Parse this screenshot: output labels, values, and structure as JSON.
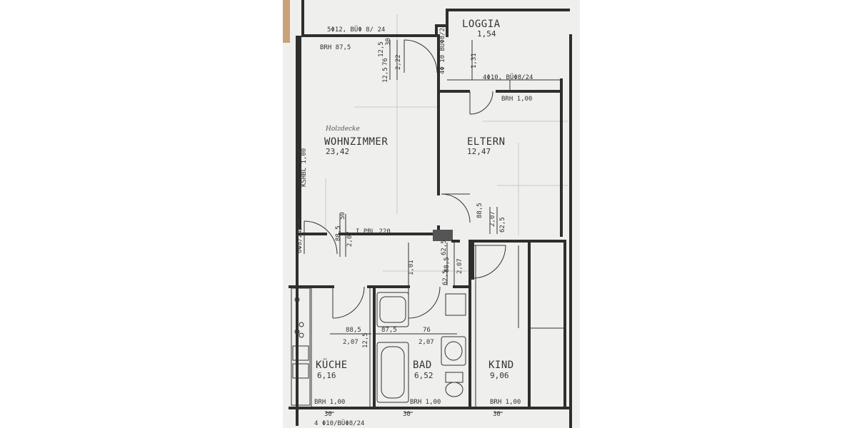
{
  "plan": {
    "rooms": {
      "loggia": {
        "name": "LOGGIA",
        "area": "1,54"
      },
      "wohnzimmer": {
        "name": "WOHNZIMMER",
        "area": "23,42",
        "note": "Holzdecke"
      },
      "eltern": {
        "name": "ELTERN",
        "area": "12,47"
      },
      "kueche": {
        "name": "KÜCHE",
        "area": "6,16"
      },
      "bad": {
        "name": "BAD",
        "area": "6,52"
      },
      "kind": {
        "name": "KIND",
        "area": "9,06"
      }
    },
    "labels": {
      "top_lintel": "5Φ12, BÜΦ 8/ 24",
      "brh_wohn": "BRH 87,5",
      "brh_eltern": "BRH 1,00",
      "lintel_eltern": "4Φ10, BÜΦ8/24",
      "lintel_loggia": "4Φ 10 BÜΦ8/24",
      "kshbl": "KSHBL 1,00",
      "pbl": "I PBL 220",
      "lintel_left": "6Φ8/24/90",
      "brh_kueche": "BRH 1,00",
      "brh_bad": "BRH 1,00",
      "brh_kind": "BRH 1,00",
      "bottom_lintel": "4 Φ10/BÜΦ8/24"
    },
    "dims": {
      "d_30": "30",
      "d_125a": "12,5",
      "d_76a": "76",
      "d_222": "2,22",
      "d_125b": "12,5",
      "d_131": "1,31",
      "d_885_eltern": "88,5",
      "d_207_eltern": "2,07",
      "d_625_eltern": "62,5",
      "d_885_wohn": "88,5",
      "d_207_wohn": "2,07",
      "d_50": "50",
      "d_101": "1,01",
      "d_625_hall": "62,5",
      "d_885_hall": "88,5",
      "d_207_hall": "2,07",
      "d_625_hall2": "62,5",
      "d_885_kueche": "88,5",
      "d_207_kueche": "2,07",
      "d_125_kueche": "12,5",
      "d_875_bad": "87,5",
      "d_76_bad": "76",
      "d_207_bad": "2,07",
      "d_30_kueche": "30",
      "d_30_bad": "30",
      "d_30_kind": "30"
    }
  }
}
